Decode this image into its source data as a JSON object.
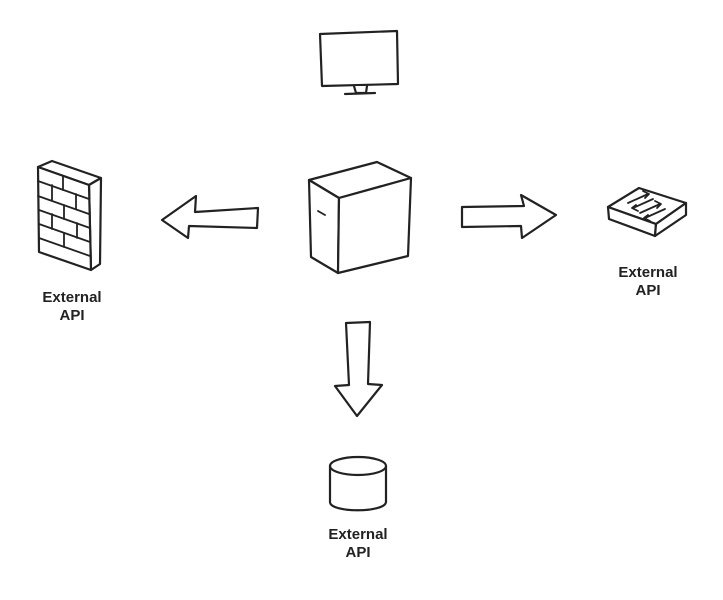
{
  "nodes": {
    "monitor": {
      "icon": "monitor-icon"
    },
    "server": {
      "icon": "server-tower-icon"
    },
    "firewall": {
      "icon": "firewall-icon",
      "label_line1": "External",
      "label_line2": "API"
    },
    "network_switch": {
      "icon": "network-switch-icon",
      "label_line1": "External",
      "label_line2": "API"
    },
    "database": {
      "icon": "database-icon",
      "label_line1": "External",
      "label_line2": "API"
    }
  },
  "edges": [
    {
      "from": "server",
      "to": "firewall",
      "icon": "arrow-left-icon"
    },
    {
      "from": "server",
      "to": "network_switch",
      "icon": "arrow-right-icon"
    },
    {
      "from": "server",
      "to": "database",
      "icon": "arrow-down-icon"
    }
  ]
}
